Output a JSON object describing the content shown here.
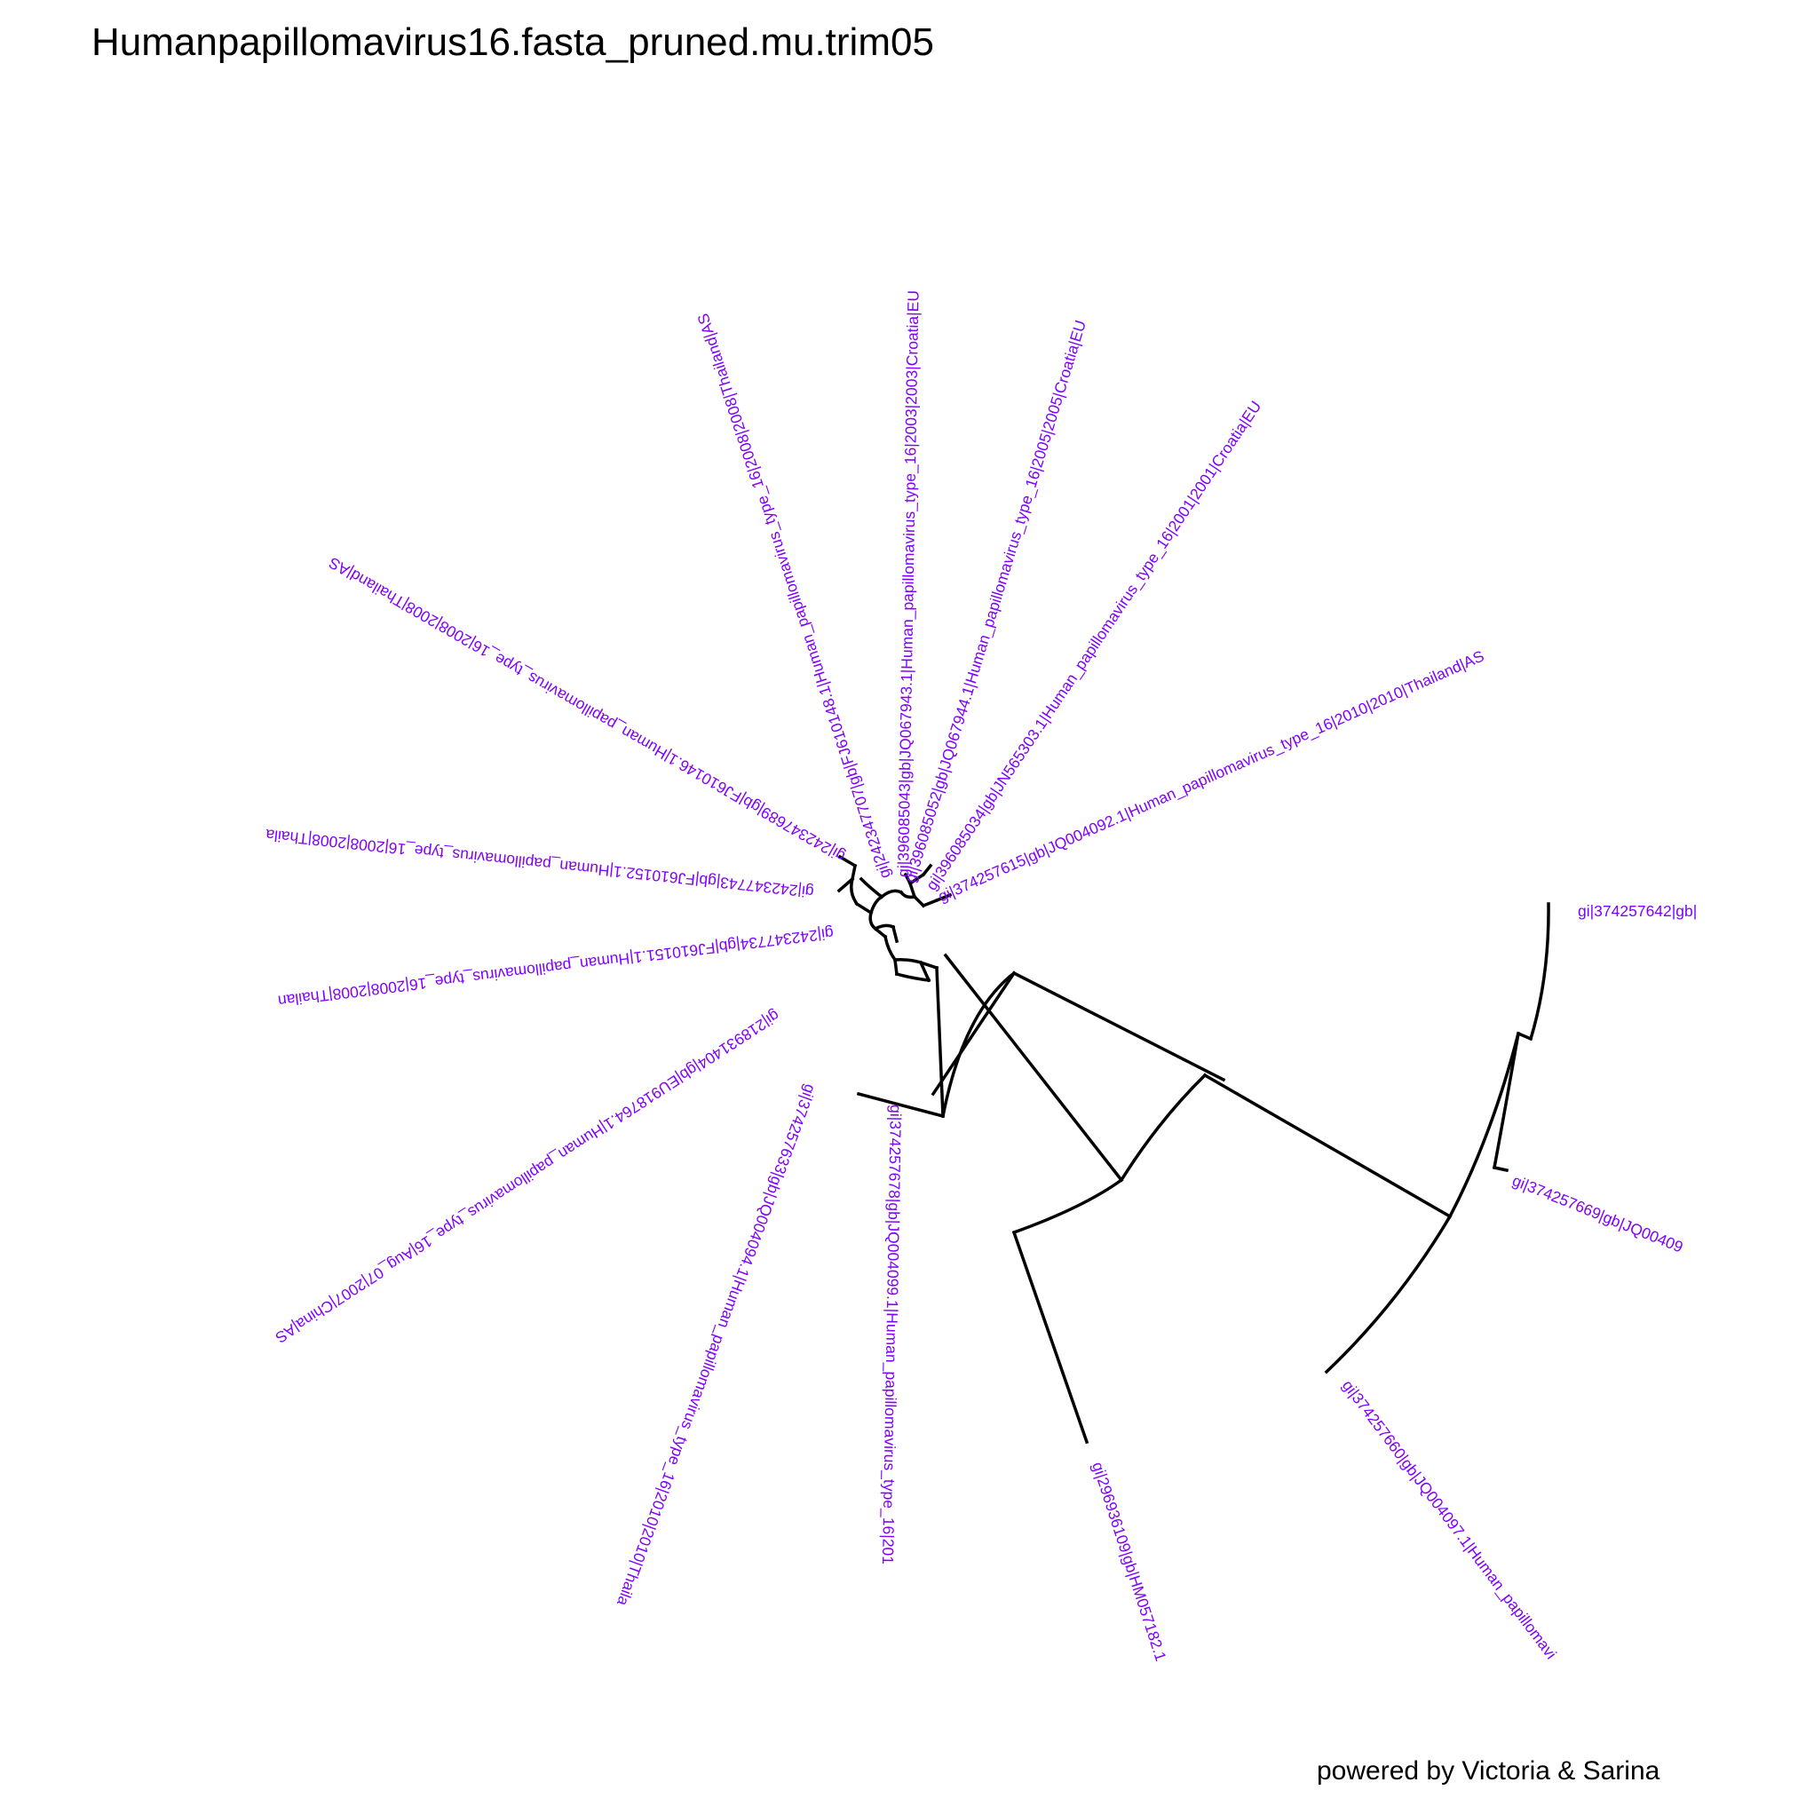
{
  "title": "Humanpapillomavirus16.fasta_pruned.mu.trim05",
  "credit": "powered by Victoria & Sarina",
  "tip_color": "#7f00ff",
  "branch_color": "#000000",
  "layout": "circular",
  "tips": [
    {
      "id": "t1",
      "label": "gi|242347707|gb|FJ610148.1|Human_papillomavirus_type_16|2008|2008|Thailand|AS"
    },
    {
      "id": "t2",
      "label": "gi|396085043|gb|JQ067943.1|Human_papillomavirus_type_16|2003|2003|Croatia|EU"
    },
    {
      "id": "t3",
      "label": "gi|396085052|gb|JQ067944.1|Human_papillomavirus_type_16|2005|2005|Croatia|EU"
    },
    {
      "id": "t4",
      "label": "gi|396085034|gb|JN565303.1|Human_papillomavirus_type_16|2001|2001|Croatia|EU"
    },
    {
      "id": "t5",
      "label": "gi|374257615|gb|JQ004092.1|Human_papillomavirus_type_16|2010|2010|Thailand|AS"
    },
    {
      "id": "t6",
      "label": "gi|242347689|gb|FJ610146.1|Human_papillomavirus_type_16|2008|2008|Thailand|AS"
    },
    {
      "id": "t7",
      "label": "gi|242347743|gb|FJ610152.1|Human_papillomavirus_type_16|2008|2008|Thaila"
    },
    {
      "id": "t8",
      "label": "gi|242347734|gb|FJ610151.1|Human_papillomavirus_type_16|2008|2008|Thailan"
    },
    {
      "id": "t9",
      "label": "gi|218931404|gb|EU918764.1|Human_papillomavirus_type_16|Aug_07|2007|China|AS"
    },
    {
      "id": "t10",
      "label": "gi|374257633|gb|JQ004094.1|Human_papillomavirus_type_16|2010|2010|Thaila"
    },
    {
      "id": "t11",
      "label": "gi|374257678|gb|JQ004099.1|Human_papillomavirus_type_16|201"
    },
    {
      "id": "t12",
      "label": "gi|296936109|gb|HM057182.1"
    },
    {
      "id": "t13",
      "label": "gi|374257660|gb|JQ004097.1|Human_papillomavi"
    },
    {
      "id": "t14",
      "label": "gi|374257669|gb|JQ00409"
    },
    {
      "id": "t15",
      "label": "gi|374257642|gb|"
    }
  ]
}
